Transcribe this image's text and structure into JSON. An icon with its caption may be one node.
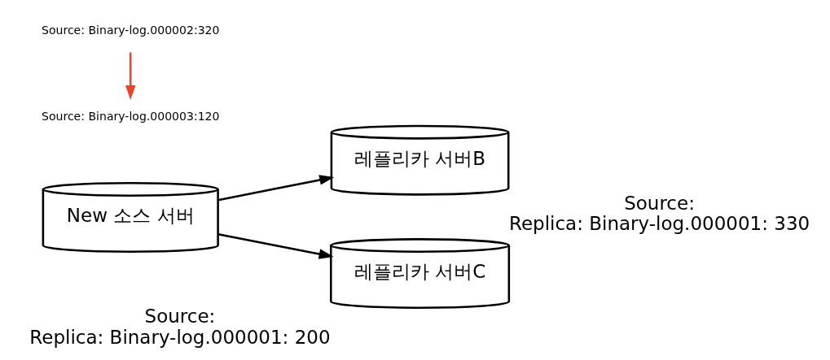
{
  "diagram": {
    "nodes": [
      {
        "text": [
          "New 소스 서버"
        ]
      },
      {
        "text": [
          "Source: Binary-log.000002:320"
        ]
      },
      {
        "text": [
          "Source: Binary-log.000003:120"
        ]
      },
      {
        "text": [
          "레플리카 서버B"
        ],
        "beside": [
          "Source:",
          "Replica: Binary-log.000001: 330"
        ]
      },
      {
        "text": [
          "레플리카 서버C"
        ],
        "beside": [
          "Source:",
          "Replica: Binary-log.000001: 200"
        ]
      }
    ],
    "edges": [
      {
        "from": 1,
        "to": 2,
        "arrow": "to",
        "color": "#e8452c"
      },
      {
        "from": 0,
        "to": 3,
        "arrow": "to"
      },
      {
        "from": 0,
        "to": 4,
        "arrow": "to"
      }
    ]
  }
}
